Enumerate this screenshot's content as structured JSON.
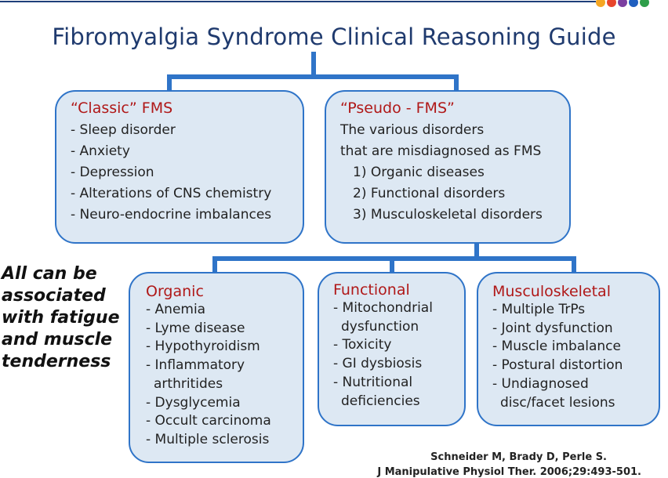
{
  "title": "Fibromyalgia Syndrome Clinical Reasoning Guide",
  "colors": {
    "title": "#1f3a6e",
    "box_fill": "#dde8f3",
    "box_border": "#2f74c8",
    "heading": "#b01818",
    "connector": "#2f74c8",
    "dots": [
      "#f5a623",
      "#e8452c",
      "#7b3fa0",
      "#1f5fbf",
      "#2e9e4a"
    ]
  },
  "classic": {
    "heading": "“Classic” FMS",
    "items": [
      "- Sleep disorder",
      "- Anxiety",
      "- Depression",
      "- Alterations of CNS chemistry",
      "- Neuro-endocrine imbalances"
    ]
  },
  "pseudo": {
    "heading": "“Pseudo - FMS”",
    "intro": [
      "The various disorders",
      "that are misdiagnosed as FMS"
    ],
    "items": [
      "1) Organic diseases",
      "2) Functional disorders",
      "3) Musculoskeletal disorders"
    ]
  },
  "organic": {
    "heading": "Organic",
    "lines": [
      "- Anemia",
      "- Lyme disease",
      "- Hypothyroidism",
      "- Inflammatory",
      "arthritides",
      "- Dysglycemia",
      "- Occult carcinoma",
      "- Multiple sclerosis"
    ]
  },
  "functional": {
    "heading": "Functional",
    "lines": [
      "- Mitochondrial",
      "dysfunction",
      "- Toxicity",
      "- GI dysbiosis",
      "- Nutritional",
      "deficiencies"
    ]
  },
  "musculoskeletal": {
    "heading": "Musculoskeletal",
    "lines": [
      "- Multiple TrPs",
      "- Joint dysfunction",
      "- Muscle imbalance",
      "- Postural distortion",
      "- Undiagnosed",
      "disc/facet lesions"
    ]
  },
  "side_note": [
    "All can be",
    "associated",
    "with fatigue",
    "and muscle",
    "tenderness"
  ],
  "citation": {
    "authors": "Schneider M, Brady D, Perle S.",
    "journal": "J Manipulative Physiol Ther. 2006;29:493-501."
  }
}
